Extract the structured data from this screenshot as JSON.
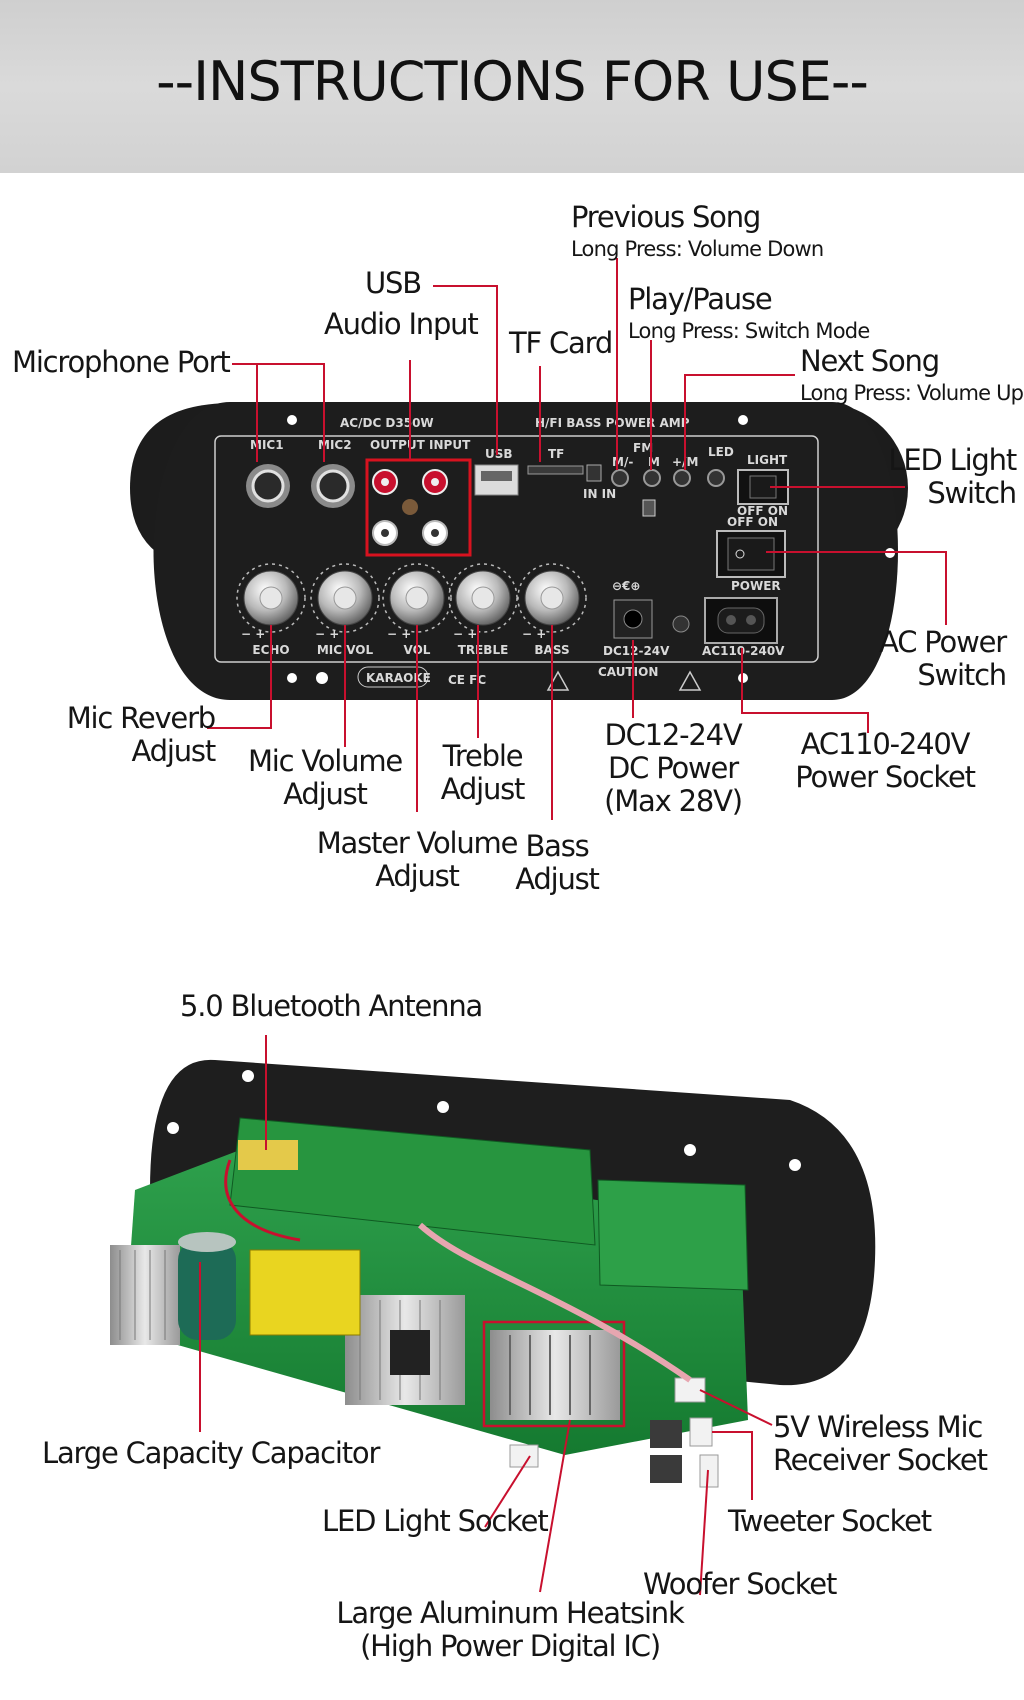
{
  "header": {
    "title": "--INSTRUCTIONS FOR USE--"
  },
  "panel": {
    "model": "AC/DC  D350W",
    "brand": "H/FI BASS POWER AMP",
    "mic1": "MIC1",
    "mic2": "MIC2",
    "output_input": "OUTPUT  INPUT",
    "usb": "USB",
    "tf": "TF",
    "in_in": "IN IN",
    "fm": "FM",
    "btn_prev": "M/-",
    "btn_mode": "M",
    "btn_next": "+/M",
    "led": "LED",
    "light": "LIGHT",
    "off_on": "OFF    ON",
    "power": "POWER",
    "echo": "ECHO",
    "mic_vol": "MIC VOL",
    "vol": "VOL",
    "treble": "TREBLE",
    "bass": "BASS",
    "dc_label": "DC12-24V",
    "ac_label": "AC110-240V",
    "karaoke": "KARAOKE",
    "caution": "CAUTION",
    "ce": "CE FC"
  },
  "labels": {
    "previous_song": "Previous Song",
    "previous_song_sub": "Long Press: Volume Down",
    "usb": "USB",
    "audio_input": "Audio Input",
    "tf_card": "TF Card",
    "play_pause": "Play/Pause",
    "play_pause_sub": "Long Press: Switch Mode",
    "microphone_port": "Microphone Port",
    "next_song": "Next Song",
    "next_song_sub": "Long Press: Volume Up",
    "led_light_switch_1": "LED Light",
    "led_light_switch_2": "Switch",
    "ac_power_switch_1": "AC Power",
    "ac_power_switch_2": "Switch",
    "mic_reverb_1": "Mic Reverb",
    "mic_reverb_2": "Adjust",
    "mic_volume_1": "Mic Volume",
    "mic_volume_2": "Adjust",
    "treble_1": "Treble",
    "treble_2": "Adjust",
    "dc_power_1": "DC12-24V",
    "dc_power_2": "DC Power",
    "dc_power_3": "(Max 28V)",
    "ac_socket_1": "AC110-240V",
    "ac_socket_2": "Power Socket",
    "master_volume_1": "Master Volume",
    "master_volume_2": "Adjust",
    "bass_1": "Bass",
    "bass_2": "Adjust",
    "bluetooth_antenna": "5.0 Bluetooth Antenna",
    "capacitor": "Large Capacity Capacitor",
    "wireless_mic_1": "5V Wireless Mic",
    "wireless_mic_2": "Receiver Socket",
    "led_light_socket": "LED Light Socket",
    "tweeter_socket": "Tweeter Socket",
    "woofer_socket": "Woofer Socket",
    "heatsink_1": "Large Aluminum Heatsink",
    "heatsink_2": "(High Power Digital IC)"
  },
  "colors": {
    "callout": "#c8102e",
    "panel": "#1c1c1c",
    "pcb": "#1f8a3a",
    "header_bg": "#d4d4d4"
  }
}
